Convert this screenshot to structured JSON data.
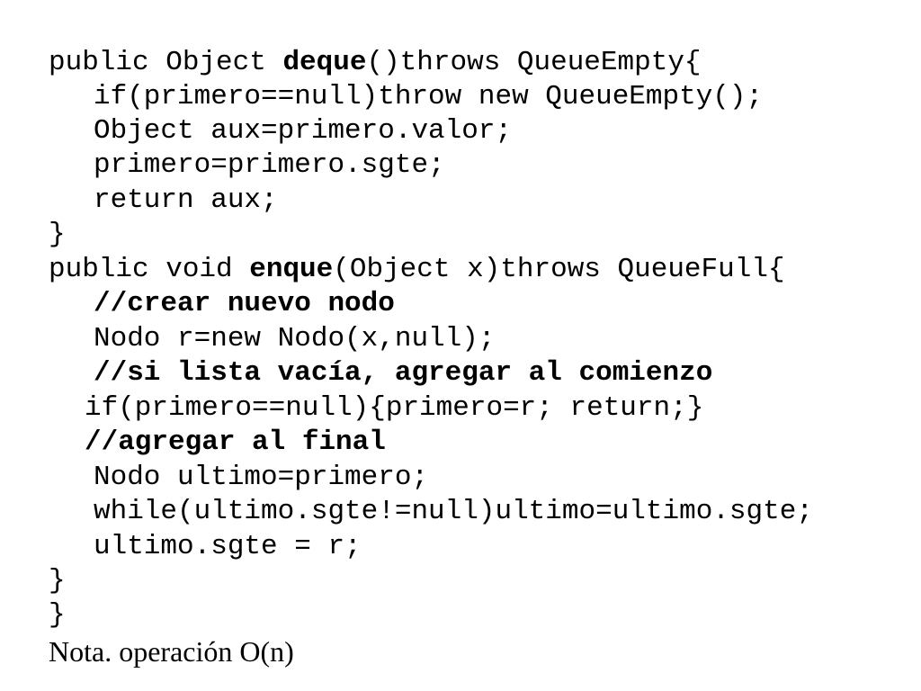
{
  "code": {
    "lines": [
      [
        {
          "t": "public Object "
        },
        {
          "t": "deque",
          "b": true
        },
        {
          "t": "()throws QueueEmpty{"
        }
      ],
      [
        {
          "t": "if(primero==null)throw new QueueEmpty();"
        }
      ],
      [
        {
          "t": "Object aux=primero.valor;"
        }
      ],
      [
        {
          "t": "primero=primero.sgte;"
        }
      ],
      [
        {
          "t": "return aux;"
        }
      ],
      [
        {
          "t": "}"
        }
      ],
      [
        {
          "t": "public void "
        },
        {
          "t": "enque",
          "b": true
        },
        {
          "t": "(Object x)throws QueueFull{"
        }
      ],
      [
        {
          "t": "//crear nuevo nodo",
          "b": true
        }
      ],
      [
        {
          "t": "Nodo r=new Nodo(x,null);"
        }
      ],
      [
        {
          "t": "//si lista vacía, agregar al comienzo",
          "b": true
        }
      ],
      [
        {
          "t": "if(primero==null){primero=r; return;}"
        }
      ],
      [
        {
          "t": "//agregar al final",
          "b": true
        }
      ],
      [
        {
          "t": "Nodo ultimo=primero;"
        }
      ],
      [
        {
          "t": "while(ultimo.sgte!=null)ultimo=ultimo.sgte;"
        }
      ],
      [
        {
          "t": "ultimo.sgte = r;"
        }
      ],
      [
        {
          "t": "}"
        }
      ],
      [
        {
          "t": "}"
        }
      ]
    ]
  },
  "note": "Nota. operación O(n)"
}
